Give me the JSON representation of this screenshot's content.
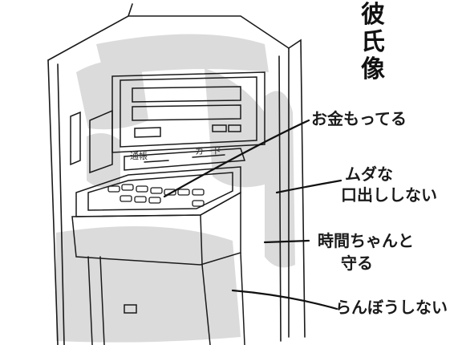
{
  "title_vertical": [
    "彼",
    "氏",
    "像"
  ],
  "machine_labels": {
    "bankbook": "通帳",
    "card": "カード"
  },
  "annotations": [
    {
      "id": "has-money",
      "text": "お金もってる"
    },
    {
      "id": "no-nagging-1",
      "text": "ムダな"
    },
    {
      "id": "no-nagging-2",
      "text": "口出ししない"
    },
    {
      "id": "punctual-1",
      "text": "時間ちゃんと"
    },
    {
      "id": "punctual-2",
      "text": "守る"
    },
    {
      "id": "gentle",
      "text": "らんぼうしない"
    }
  ],
  "colors": {
    "ink": "#1a1a1a",
    "shade": "#cfcfcf",
    "background": "#ffffff"
  }
}
